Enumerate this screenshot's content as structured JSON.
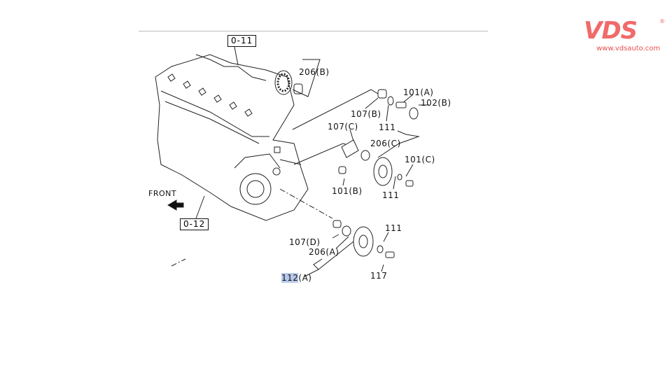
{
  "logo": {
    "brand": "VDS",
    "registered": "®",
    "url": "www.vdsauto.com",
    "color": "#f06a6a"
  },
  "diagram": {
    "ref_boxes": [
      "0-11",
      "0-12"
    ],
    "front_label": "FRONT",
    "labels": {
      "l206b": "206(B)",
      "l101a": "101(A)",
      "l102b": "102(B)",
      "l107b": "107(B)",
      "l111a": "111",
      "l107c": "107(C)",
      "l206c": "206(C)",
      "l101c": "101(C)",
      "l101b": "101(B)",
      "l111b": "111",
      "l111c": "111",
      "l107d": "107(D)",
      "l206a": "206(A)",
      "l112_num": "112",
      "l112_suffix": "(A)",
      "l117": "117"
    },
    "highlight_color": "#b7c9ea"
  }
}
